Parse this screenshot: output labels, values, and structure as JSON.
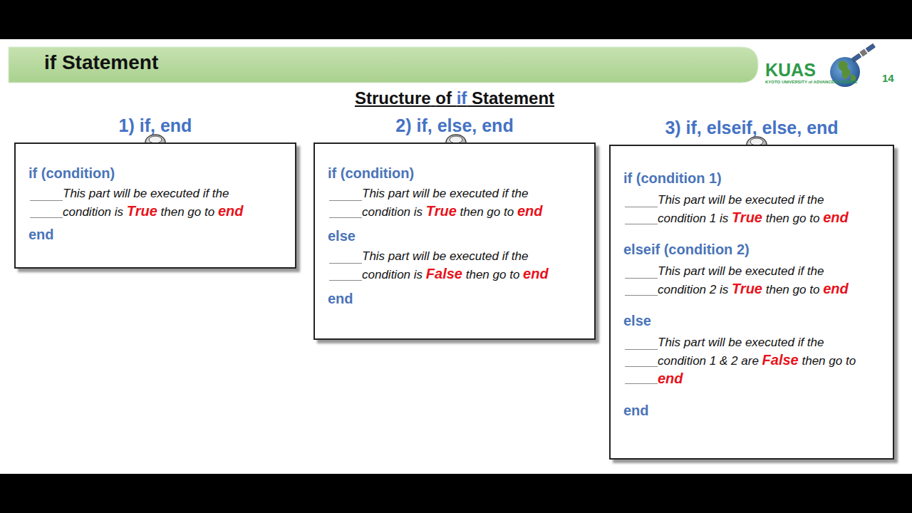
{
  "diagram": {
    "title": "if Statement",
    "nodes": [
      {
        "text": [
          "1) if, end",
          "if (condition)",
          "This part will be executed if the condition is True then go to end",
          "end"
        ]
      },
      {
        "text": [
          "2) if, else, end",
          "if (condition)",
          "This part will be executed if the condition is True then go to end",
          "else",
          "This part will be executed if the condition is False then go to end",
          "end"
        ]
      },
      {
        "text": [
          "3) if, elseif, else, end",
          "if (condition 1)",
          "This part will be executed if the condition 1 is True then go to end",
          "elseif (condition 2)",
          "This part will be executed if the condition 2 is True then go to end",
          "else",
          "This part will be executed if the condition 1 & 2 are False then go to end",
          "end"
        ]
      }
    ],
    "labels": [
      "Structure of if Statement",
      "KUAS",
      "KYOTO UNIVERSITY of ADVANCED SCIENCE",
      "14"
    ]
  }
}
